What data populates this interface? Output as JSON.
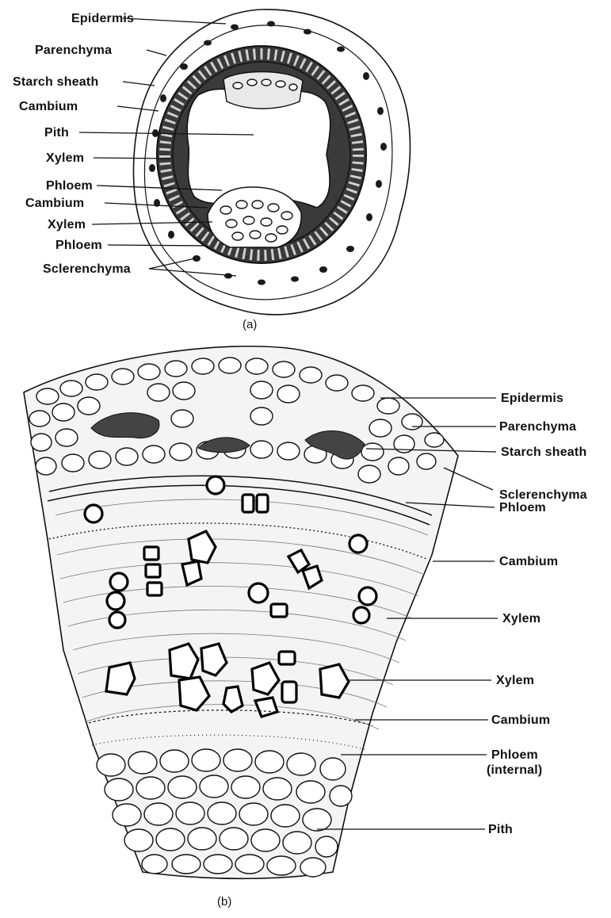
{
  "figure_a": {
    "caption": "(a)",
    "labels": [
      "Epidermis",
      "Parenchyma",
      "Starch sheath",
      "Cambium",
      "Pith",
      "Xylem",
      "Phloem",
      "Cambium",
      "Xylem",
      "Phloem",
      "Sclerenchyma"
    ]
  },
  "figure_b": {
    "caption": "(b)",
    "labels": [
      "Epidermis",
      "Parenchyma",
      "Starch sheath",
      "Sclerenchyma",
      "Phloem",
      "Cambium",
      "Xylem",
      "Xylem",
      "Cambium",
      "Phloem",
      "(internal)",
      "Pith"
    ]
  }
}
